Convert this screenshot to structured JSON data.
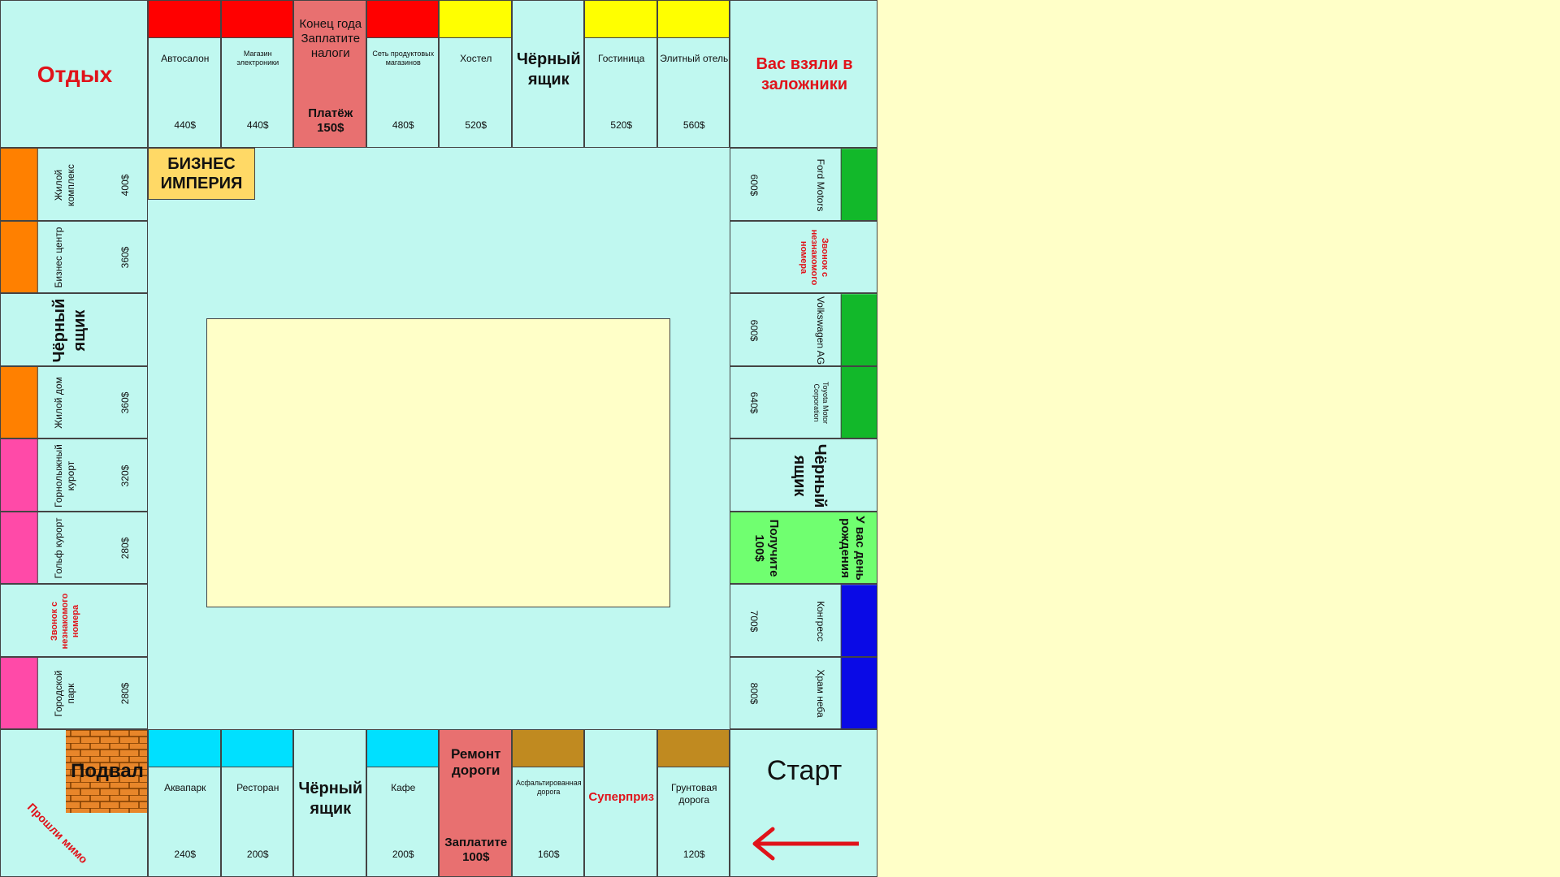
{
  "board": {
    "logo": "БИЗНЕС ИМПЕРИЯ",
    "corners": {
      "top_left": "Отдых",
      "top_right": "Вас взяли в заложники",
      "bottom_right": "Старт",
      "bottom_left_label": "Подвал",
      "bottom_left_sub": "Прошли мимо"
    },
    "top_row": [
      {
        "type": "property",
        "name": "Автосалон",
        "price": "440$",
        "color": "#ff0000"
      },
      {
        "type": "property",
        "name": "Магазин электроники",
        "price": "440$",
        "color": "#ff0000"
      },
      {
        "type": "tax",
        "name": "Конец года Заплатите налоги",
        "sub": "Платёж 150$"
      },
      {
        "type": "property",
        "name": "Сеть продуктовых магазинов",
        "price": "480$",
        "color": "#ff0000"
      },
      {
        "type": "property",
        "name": "Хостел",
        "price": "520$",
        "color": "#ffff00"
      },
      {
        "type": "chance",
        "name": "Чёрный ящик"
      },
      {
        "type": "property",
        "name": "Гостиница",
        "price": "520$",
        "color": "#ffff00"
      },
      {
        "type": "property",
        "name": "Элитный отель",
        "price": "560$",
        "color": "#ffff00"
      }
    ],
    "right_col": [
      {
        "type": "property",
        "name": "Ford Motors",
        "price": "600$",
        "color": "#12b82a"
      },
      {
        "type": "call",
        "name": "Звонок с незнакомого номера"
      },
      {
        "type": "property",
        "name": "Volkswagen AG",
        "price": "600$",
        "color": "#12b82a"
      },
      {
        "type": "property",
        "name": "Toyota Motor Corporation",
        "price": "640$",
        "color": "#12b82a"
      },
      {
        "type": "chance",
        "name": "Чёрный ящик"
      },
      {
        "type": "birthday",
        "name": "У вас день рождения",
        "sub": "Получите 100$"
      },
      {
        "type": "property",
        "name": "Конгресс",
        "price": "700$",
        "color": "#0a0ae6"
      },
      {
        "type": "property",
        "name": "Храм неба",
        "price": "800$",
        "color": "#0a0ae6"
      }
    ],
    "bottom_row": [
      {
        "type": "property",
        "name": "Аквапарк",
        "price": "240$",
        "color": "#00e0ff"
      },
      {
        "type": "property",
        "name": "Ресторан",
        "price": "200$",
        "color": "#00e0ff"
      },
      {
        "type": "chance",
        "name": "Чёрный ящик"
      },
      {
        "type": "property",
        "name": "Кафе",
        "price": "200$",
        "color": "#00e0ff"
      },
      {
        "type": "tax",
        "name": "Ремонт дороги",
        "sub": "Заплатите 100$"
      },
      {
        "type": "property",
        "name": "Асфальтированная дорога",
        "price": "160$",
        "color": "#c08a20"
      },
      {
        "type": "prize",
        "name": "Суперприз"
      },
      {
        "type": "property",
        "name": "Грунтовая дорога",
        "price": "120$",
        "color": "#c08a20"
      }
    ],
    "left_col": [
      {
        "type": "property",
        "name": "Жилой комплекс",
        "price": "400$",
        "color": "#ff8000"
      },
      {
        "type": "property",
        "name": "Бизнес центр",
        "price": "360$",
        "color": "#ff8000"
      },
      {
        "type": "chance",
        "name": "Чёрный ящик"
      },
      {
        "type": "property",
        "name": "Жилой дом",
        "price": "360$",
        "color": "#ff8000"
      },
      {
        "type": "property",
        "name": "Горнолыжный курорт",
        "price": "320$",
        "color": "#ff4aa8"
      },
      {
        "type": "property",
        "name": "Гольф курорт",
        "price": "280$",
        "color": "#ff4aa8"
      },
      {
        "type": "call",
        "name": "Звонок с незнакомого номера"
      },
      {
        "type": "property",
        "name": "Городской парк",
        "price": "280$",
        "color": "#ff4aa8"
      }
    ],
    "colors": {
      "board_bg": "#c0f8f0",
      "center_bg": "#ffffc8",
      "logo_bg": "#ffd966",
      "tax_bg": "#e87070",
      "birthday_bg": "#70ff70",
      "brick": "#e8862a",
      "accent_red": "#e0131a"
    }
  }
}
